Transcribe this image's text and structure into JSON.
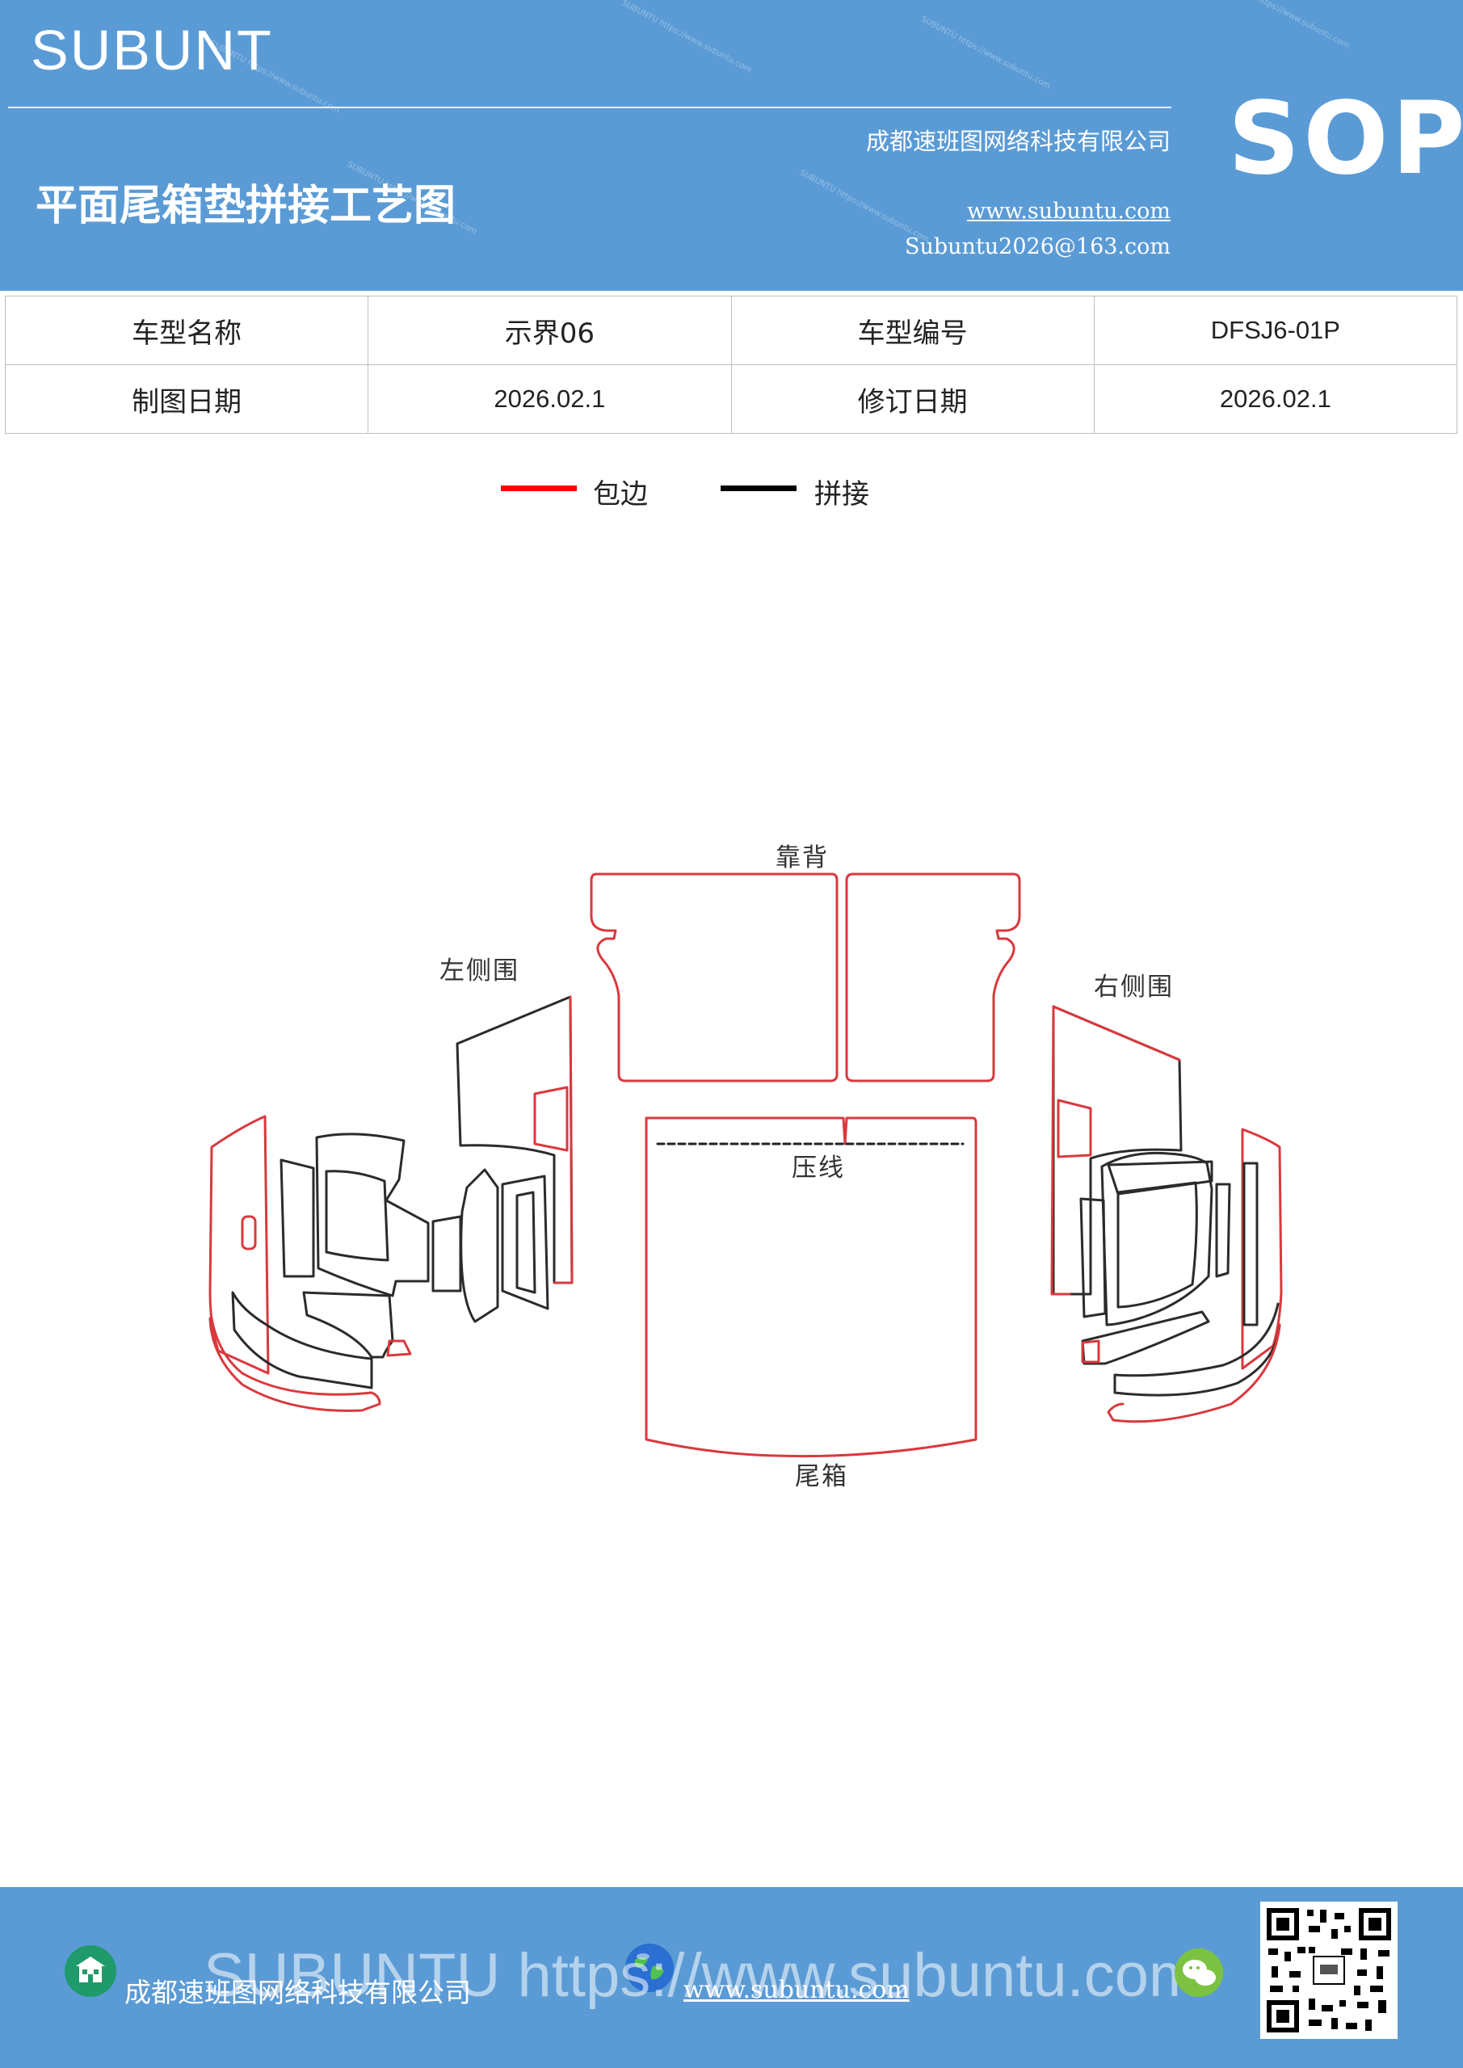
{
  "header": {
    "brand": "SUBUNT",
    "title": "平面尾箱垫拼接工艺图",
    "company": "成都速班图网络科技有限公司",
    "website": "www.subuntu.com",
    "email": "Subuntu2026@163.com",
    "badge": "SOP",
    "background_color": "#5b9bd5"
  },
  "info_table": {
    "rows": [
      {
        "label1": "车型名称",
        "value1": "示界06",
        "label2": "车型编号",
        "value2": "DFSJ6-01P"
      },
      {
        "label1": "制图日期",
        "value1": "2026.02.1",
        "label2": "修订日期",
        "value2": "2026.02.1"
      }
    ]
  },
  "legend": {
    "items": [
      {
        "label": "包边",
        "color": "#ff0000"
      },
      {
        "label": "拼接",
        "color": "#000000"
      }
    ]
  },
  "diagram": {
    "labels": {
      "back": "靠背",
      "left_side": "左侧围",
      "right_side": "右侧围",
      "crease": "压线",
      "trunk": "尾箱"
    },
    "colors": {
      "edge": "#d9393e",
      "seam": "#2b2b2b"
    }
  },
  "footer": {
    "company": "成都速班图网络科技有限公司",
    "website": "www.subuntu.com",
    "watermark": "SUBUNTU https://www.subuntu.com",
    "icons": [
      "building-icon",
      "globe-icon",
      "wechat-icon",
      "qr-code"
    ]
  }
}
